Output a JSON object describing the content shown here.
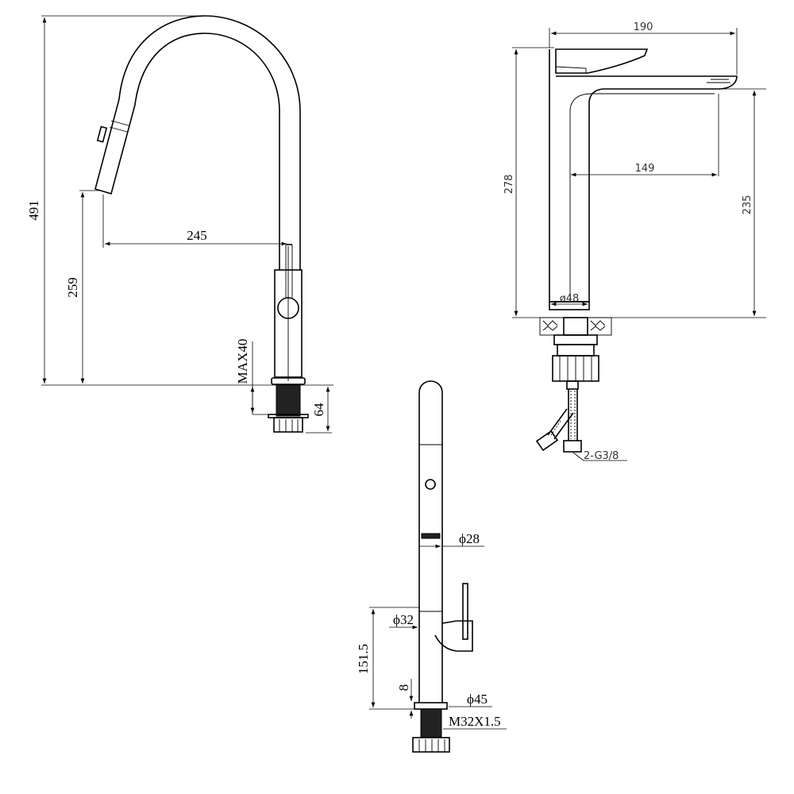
{
  "side_view": {
    "height_total": "491",
    "spout_height": "259",
    "reach": "245",
    "max_deck": "MAX40",
    "shank": "64"
  },
  "basin_view": {
    "width": "190",
    "height_total": "278",
    "reach": "149",
    "spout_height": "235",
    "body_diameter": "ø48",
    "hose_thread": "2-G3/8"
  },
  "front_view": {
    "spout_diameter": "ϕ28",
    "body_diameter": "ϕ32",
    "handle_height": "151.5",
    "base_gap": "8",
    "base_diameter": "ϕ45",
    "thread": "M32X1.5"
  }
}
